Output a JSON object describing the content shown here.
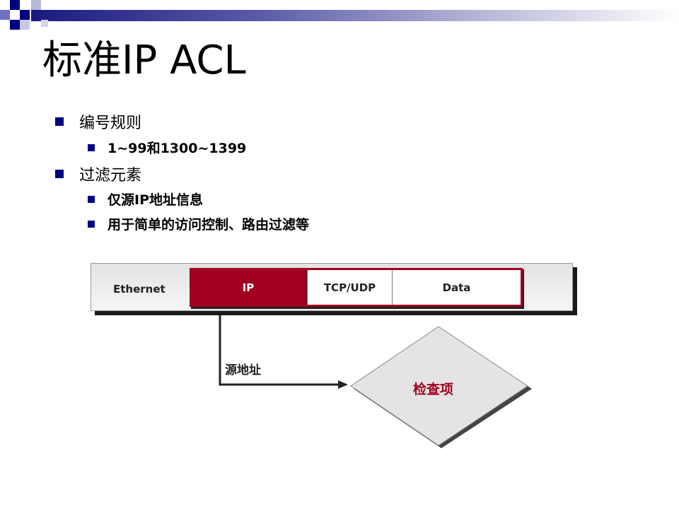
{
  "slide": {
    "title": "标准IP ACL",
    "bullets": [
      {
        "text": "编号规则",
        "sub": [
          "1~99和1300~1399"
        ]
      },
      {
        "text": "过滤元素",
        "sub": [
          "仅源IP地址信息",
          "用于简单的访问控制、路由过滤等"
        ]
      }
    ]
  },
  "diagram": {
    "ethernet_label": "Ethernet",
    "ip_label": "IP",
    "tcp_label": "TCP/UDP",
    "data_label": "Data",
    "arrow_label": "源地址",
    "check_label": "检查项"
  },
  "colors": {
    "accent_red": "#a0001e",
    "bullet_navy": "#000080"
  }
}
